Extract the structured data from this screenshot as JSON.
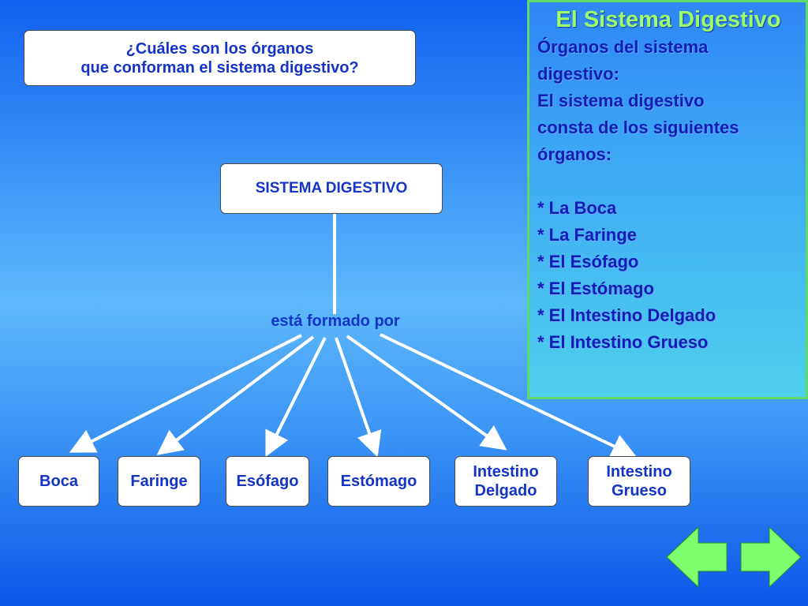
{
  "question": {
    "line1": "¿Cuáles son los órganos",
    "line2": "que conforman el sistema digestivo?"
  },
  "diagram": {
    "root": "SISTEMA DIGESTIVO",
    "connector": "está formado por",
    "organs": [
      {
        "line1": "Boca",
        "line2": ""
      },
      {
        "line1": "Faringe",
        "line2": ""
      },
      {
        "line1": "Esófago",
        "line2": ""
      },
      {
        "line1": "Estómago",
        "line2": ""
      },
      {
        "line1": "Intestino",
        "line2": "Delgado"
      },
      {
        "line1": "Intestino",
        "line2": "Grueso"
      }
    ]
  },
  "info_panel": {
    "title": "El Sistema Digestivo",
    "intro": [
      "Órganos del sistema",
      "digestivo:",
      "El sistema digestivo",
      "consta de los siguientes",
      "órganos:"
    ],
    "items": [
      "* La Boca",
      "* La Faringe",
      "* El Esófago",
      "* El Estómago",
      "* El Intestino Delgado",
      "* El Intestino Grueso"
    ]
  },
  "nav": {
    "prev_icon": "arrow-left-icon",
    "next_icon": "arrow-right-icon",
    "color": "#7dff6e"
  }
}
